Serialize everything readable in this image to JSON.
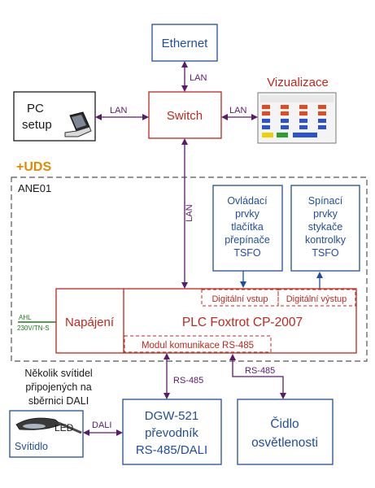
{
  "nodes": {
    "ethernet": "Ethernet",
    "switch": "Switch",
    "pc_line1": "PC",
    "pc_line2": "setup",
    "vizualizace": "Vizualizace",
    "uds": "+UDS",
    "ane01": "ANE01",
    "ovladaci": [
      "Ovládací",
      "prvky",
      "tlačítka",
      "přepínače",
      "TSFO"
    ],
    "spinaci": [
      "Spínací",
      "prvky",
      "stykače",
      "kontrolky",
      "TSFO"
    ],
    "digitalni_vstup": "Digitální vstup",
    "digitalni_vystup": "Digitální výstup",
    "napajeni": "Napájení",
    "plc": "PLC Foxtrot CP-2007",
    "modul": "Modul komunikace RS-485",
    "ahl": "AHL",
    "power_spec": "230V/TN-S",
    "nekolik": [
      "Několik svítidel",
      "připojených na",
      "sběrnici DALI"
    ],
    "led": "LED",
    "svitidlo": "Svítidlo",
    "dgw": [
      "DGW-521",
      "převodník",
      "RS-485/DALI"
    ],
    "cidlo": [
      "Čidlo",
      "osvětlenosti"
    ]
  },
  "links": {
    "lan_eth_switch": "LAN",
    "lan_pc_switch": "LAN",
    "lan_switch_viz": "LAN",
    "lan_switch_plc": "LAN",
    "rs485_plc_dgw": "RS-485",
    "rs485_plc_cidlo": "RS-485",
    "dali": "DALI"
  },
  "colors": {
    "blue": "#1f4e9c",
    "red": "#c0271c",
    "purple": "#5c1a6e",
    "orange": "#e08a00",
    "green": "#1f7a1f"
  }
}
